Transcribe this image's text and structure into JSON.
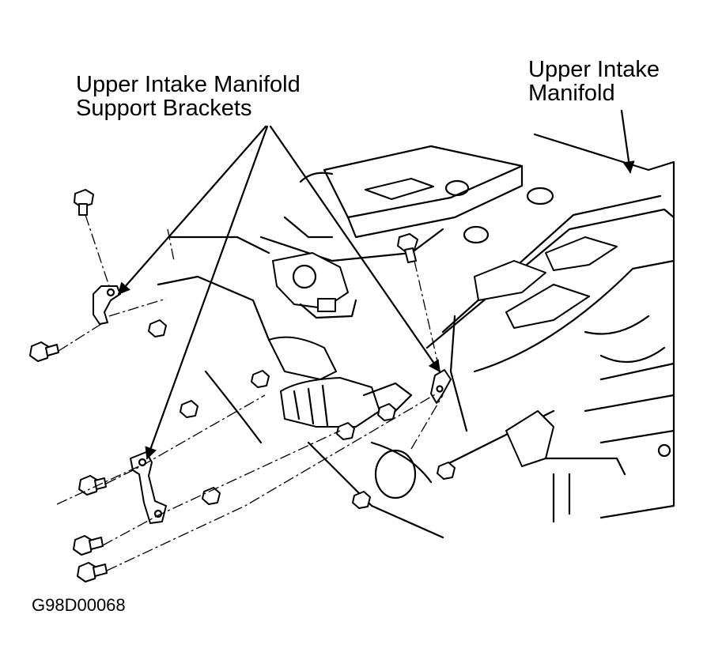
{
  "labels": {
    "support_brackets": [
      "Upper Intake Manifold",
      "Support Brackets"
    ],
    "upper_manifold": [
      "Upper Intake",
      "Manifold"
    ],
    "figure_id": "G98D00068"
  },
  "colors": {
    "line": "#000000",
    "background": "#ffffff"
  }
}
